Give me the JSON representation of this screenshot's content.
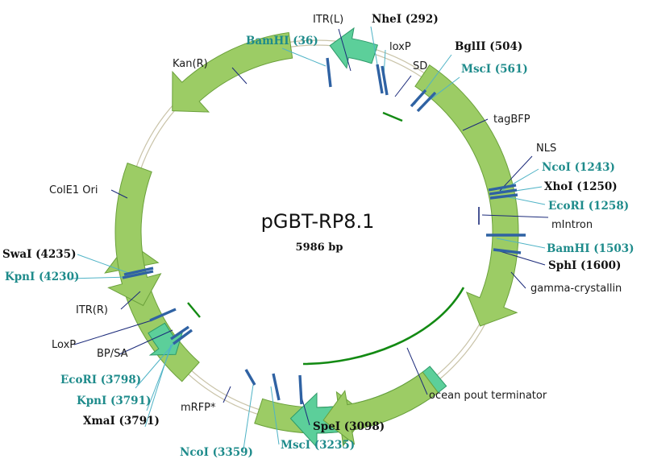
{
  "plasmid": {
    "name": "pGBT-RP8.1",
    "size_label": "5986 bp"
  },
  "colors": {
    "feature_green": "#9ccc65",
    "feature_green_dark": "#6aa03a",
    "feature_teal": "#5ccf9a",
    "feature_teal_dark": "#2e9a6a",
    "backbone": "#c9c3a8",
    "site_tick": "#2f62a3",
    "teal_text": "#1e8b8b",
    "black_text": "#111111",
    "dark_green": "#138a13",
    "leader_teal": "#4fb3c6",
    "leader_navy": "#1b2a7a"
  },
  "features": [
    {
      "id": "kan",
      "label": "Kan(R)"
    },
    {
      "id": "itr-l",
      "label": "ITR(L)"
    },
    {
      "id": "loxp-top",
      "label": "loxP"
    },
    {
      "id": "sd",
      "label": "SD"
    },
    {
      "id": "tagbfp",
      "label": "tagBFP"
    },
    {
      "id": "nls",
      "label": "NLS"
    },
    {
      "id": "mintron",
      "label": "mIntron"
    },
    {
      "id": "gamma",
      "label": "gamma-crystallin"
    },
    {
      "id": "ocean",
      "label": "ocean pout terminator"
    },
    {
      "id": "mrfp",
      "label": "mRFP*"
    },
    {
      "id": "bpsa",
      "label": "BP/SA"
    },
    {
      "id": "loxp-left",
      "label": "LoxP"
    },
    {
      "id": "itr-r",
      "label": "ITR(R)"
    },
    {
      "id": "cole1",
      "label": "ColE1  Ori"
    }
  ],
  "sites": [
    {
      "id": "bamhi-36",
      "label": "BamHI (36)",
      "style": "teal"
    },
    {
      "id": "nhei-292",
      "label": "NheI (292)",
      "style": "black"
    },
    {
      "id": "bglii-504",
      "label": "BglII (504)",
      "style": "black"
    },
    {
      "id": "msci-561",
      "label": "MscI (561)",
      "style": "teal"
    },
    {
      "id": "ncoi-1243",
      "label": "NcoI (1243)",
      "style": "teal"
    },
    {
      "id": "xhoi-1250",
      "label": "XhoI (1250)",
      "style": "black"
    },
    {
      "id": "ecori-1258",
      "label": "EcoRI (1258)",
      "style": "teal"
    },
    {
      "id": "bamhi-1503",
      "label": "BamHI (1503)",
      "style": "teal"
    },
    {
      "id": "sphi-1600",
      "label": "SphI (1600)",
      "style": "black"
    },
    {
      "id": "spei-3098",
      "label": "SpeI (3098)",
      "style": "black"
    },
    {
      "id": "msci-3235",
      "label": "MscI (3235)",
      "style": "teal"
    },
    {
      "id": "ncoi-3359",
      "label": "NcoI (3359)",
      "style": "teal"
    },
    {
      "id": "xmai-3791",
      "label": "XmaI (3791)",
      "style": "black"
    },
    {
      "id": "kpni-3791",
      "label": "KpnI (3791)",
      "style": "teal"
    },
    {
      "id": "ecori-3798",
      "label": "EcoRI (3798)",
      "style": "teal"
    },
    {
      "id": "kpni-4230",
      "label": "KpnI (4230)",
      "style": "teal"
    },
    {
      "id": "swai-4235",
      "label": "SwaI (4235)",
      "style": "black"
    }
  ]
}
